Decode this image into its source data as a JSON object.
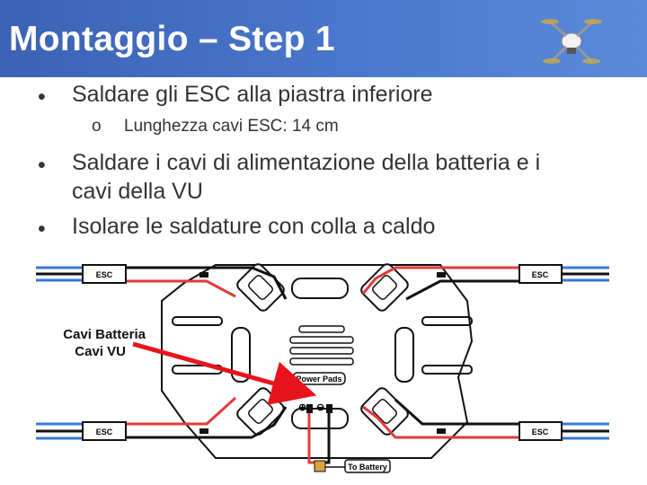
{
  "header": {
    "title": "Montaggio – Step 1"
  },
  "bullets": [
    {
      "text": "Saldare gli ESC alla piastra inferiore",
      "sub": "Lunghezza cavi ESC: 14 cm"
    },
    {
      "text": "Saldare i cavi di alimentazione della batteria e i",
      "text2": "cavi della VU"
    },
    {
      "text": "Isolare le saldature con colla  a caldo"
    }
  ],
  "diagram": {
    "esc_label": "ESC",
    "power_pads": "Power Pads",
    "to_battery": "To Battery",
    "callout_line1": "Cavi Batteria",
    "callout_line2": "Cavi VU"
  },
  "colors": {
    "header": "#3b62b4",
    "arrow": "#e8141c",
    "wire_red": "#e23a3a",
    "wire_blue": "#3a78d8"
  }
}
